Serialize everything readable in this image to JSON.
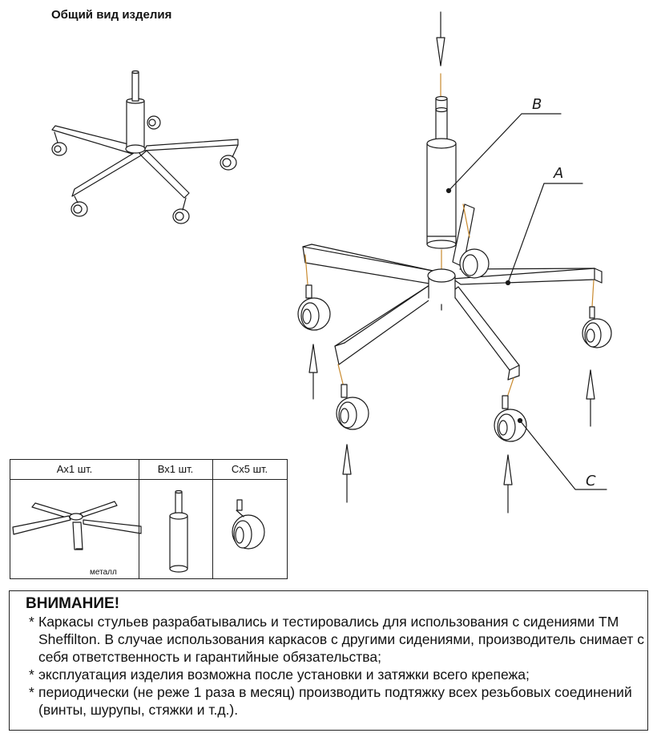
{
  "title": "Общий вид изделия",
  "callouts": {
    "a": "A",
    "b": "B",
    "c": "C"
  },
  "parts_table": {
    "headers": [
      "Ах1 шт.",
      "Вх1 шт.",
      "Сх5 шт."
    ],
    "material": "металл"
  },
  "notice": {
    "heading": "ВНИМАНИЕ!",
    "bullet": "*",
    "items": [
      "Каркасы стульев разрабатывались и тестировались для использования с сидениями ТМ Sheffilton. В случае использования каркасов с другими сидениями, производитель снимает с себя ответственность и гарантийные обязательства;",
      "эксплуатация изделия возможна после установки и затяжки всего крепежа;",
      "периодически (не реже 1 раза в месяц) производить подтяжку всех резьбовых соединений (винты, шурупы, стяжки и т.д.)."
    ]
  },
  "colors": {
    "line": "#1a1a1a",
    "guide": "#c98a2e",
    "background": "#ffffff"
  }
}
